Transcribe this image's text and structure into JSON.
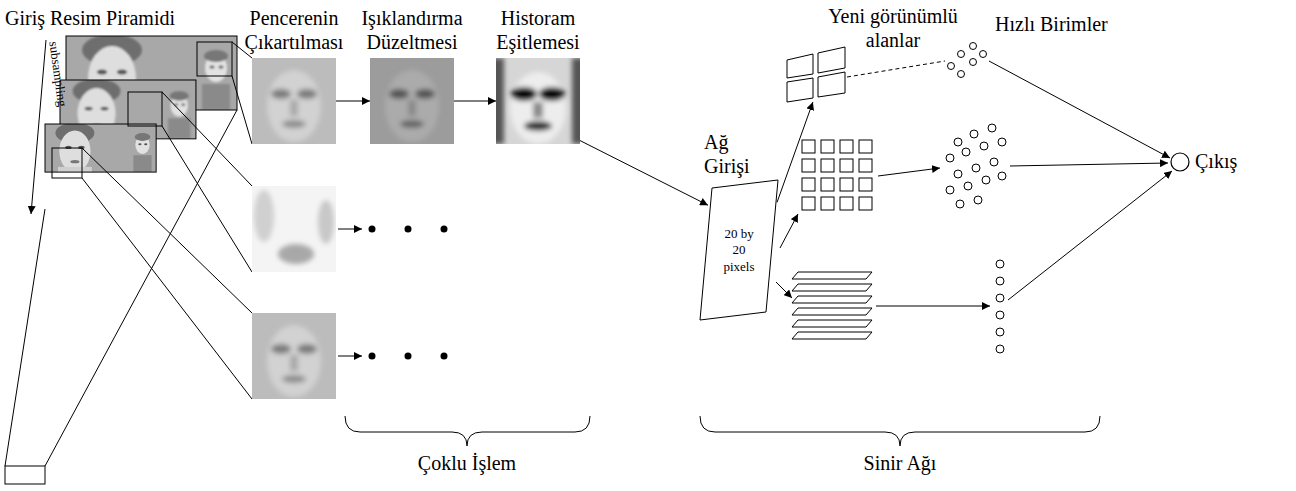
{
  "diagram": {
    "nodes": [
      {
        "text": [
          "Pencerenin Çıkartılması"
        ]
      },
      {
        "text": [
          "Işıklandırma Düzeltmesi"
        ]
      },
      {
        "text": [
          "Historam Eşitlemesi"
        ]
      },
      {
        "text": [
          "Ağ Girişi",
          "20 by 20 pixels"
        ]
      },
      {
        "text": [
          "Yeni görünümlü alanlar"
        ]
      },
      {
        "text": [
          "Hızlı Birimler"
        ]
      },
      {
        "text": [
          "Çıkış"
        ]
      }
    ],
    "edges": [
      {
        "from": 0,
        "to": 1,
        "arrow": "to"
      },
      {
        "from": 1,
        "to": 2,
        "arrow": "to"
      },
      {
        "from": 2,
        "to": 3,
        "arrow": "to"
      },
      {
        "from": 3,
        "to": 4,
        "arrow": "to"
      },
      {
        "from": 4,
        "to": 5,
        "arrow": "none"
      },
      {
        "from": 5,
        "to": 6,
        "arrow": "to"
      }
    ],
    "labels": [
      "Giriş Resim Piramidi",
      "subsampling",
      "Çoklu İşlem",
      "Sinir Ağı"
    ]
  }
}
